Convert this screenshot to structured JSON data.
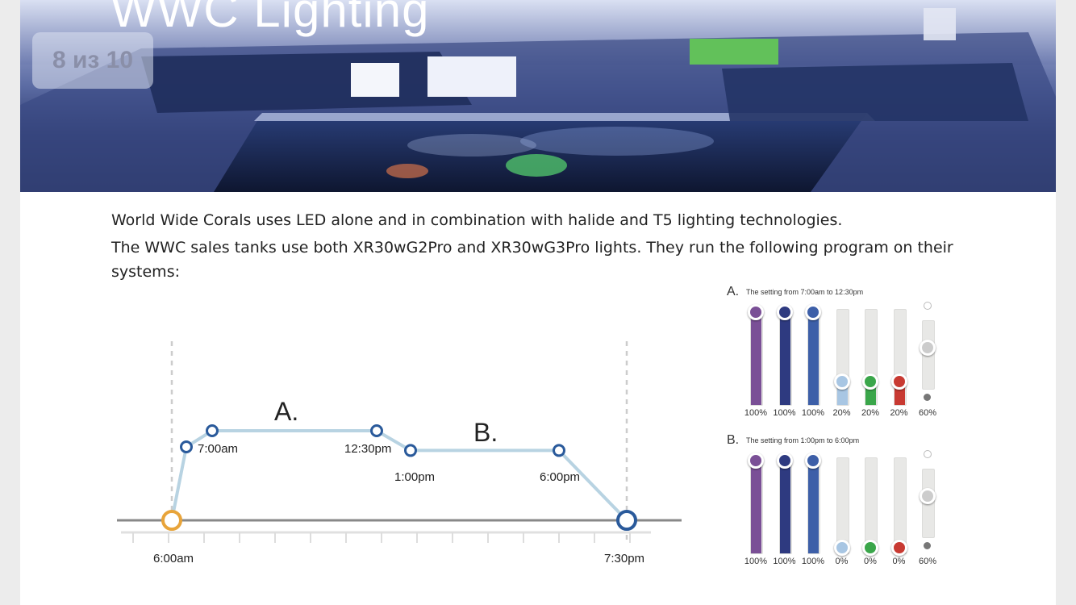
{
  "hero": {
    "title": "WWC Lighting",
    "counter": "8 из 10"
  },
  "body_text": {
    "line1": "World Wide Corals uses LED alone and in combination with halide and T5 lighting technologies.",
    "line2": "The WWC sales tanks use both XR30wG2Pro and XR30wG3Pro lights. They run the following program on their",
    "line3": "systems:"
  },
  "schedule": {
    "label_a": "A.",
    "label_b": "B.",
    "points": [
      {
        "time": "6:00am",
        "level": 0
      },
      {
        "time": "7:00am",
        "level": 1
      },
      {
        "time": "12:30pm",
        "level": 1
      },
      {
        "time": "1:00pm",
        "level": 0.78
      },
      {
        "time": "6:00pm",
        "level": 0.78
      },
      {
        "time": "7:30pm",
        "level": 0
      }
    ],
    "colors": {
      "line": "#b8d3e2",
      "start_point": "#e8a43a",
      "end_point": "#2a5a9b",
      "node": "#2a5a9b"
    }
  },
  "settings": [
    {
      "letter": "A.",
      "caption": "The setting from 7:00am to 12:30pm",
      "channels": [
        {
          "color": "#7a4f96",
          "value": 100,
          "label": "100%"
        },
        {
          "color": "#2e3a80",
          "value": 100,
          "label": "100%"
        },
        {
          "color": "#3d5fa8",
          "value": 100,
          "label": "100%"
        },
        {
          "color": "#a8c6e3",
          "value": 20,
          "label": "20%"
        },
        {
          "color": "#3aa64a",
          "value": 20,
          "label": "20%"
        },
        {
          "color": "#c83a32",
          "value": 20,
          "label": "20%"
        },
        {
          "color": "#cccccc",
          "value": 60,
          "label": "60%"
        }
      ]
    },
    {
      "letter": "B.",
      "caption": "The setting from 1:00pm to 6:00pm",
      "channels": [
        {
          "color": "#7a4f96",
          "value": 100,
          "label": "100%"
        },
        {
          "color": "#2e3a80",
          "value": 100,
          "label": "100%"
        },
        {
          "color": "#3d5fa8",
          "value": 100,
          "label": "100%"
        },
        {
          "color": "#a8c6e3",
          "value": 0,
          "label": "0%"
        },
        {
          "color": "#3aa64a",
          "value": 0,
          "label": "0%"
        },
        {
          "color": "#c83a32",
          "value": 0,
          "label": "0%"
        },
        {
          "color": "#cccccc",
          "value": 60,
          "label": "60%"
        }
      ]
    }
  ]
}
